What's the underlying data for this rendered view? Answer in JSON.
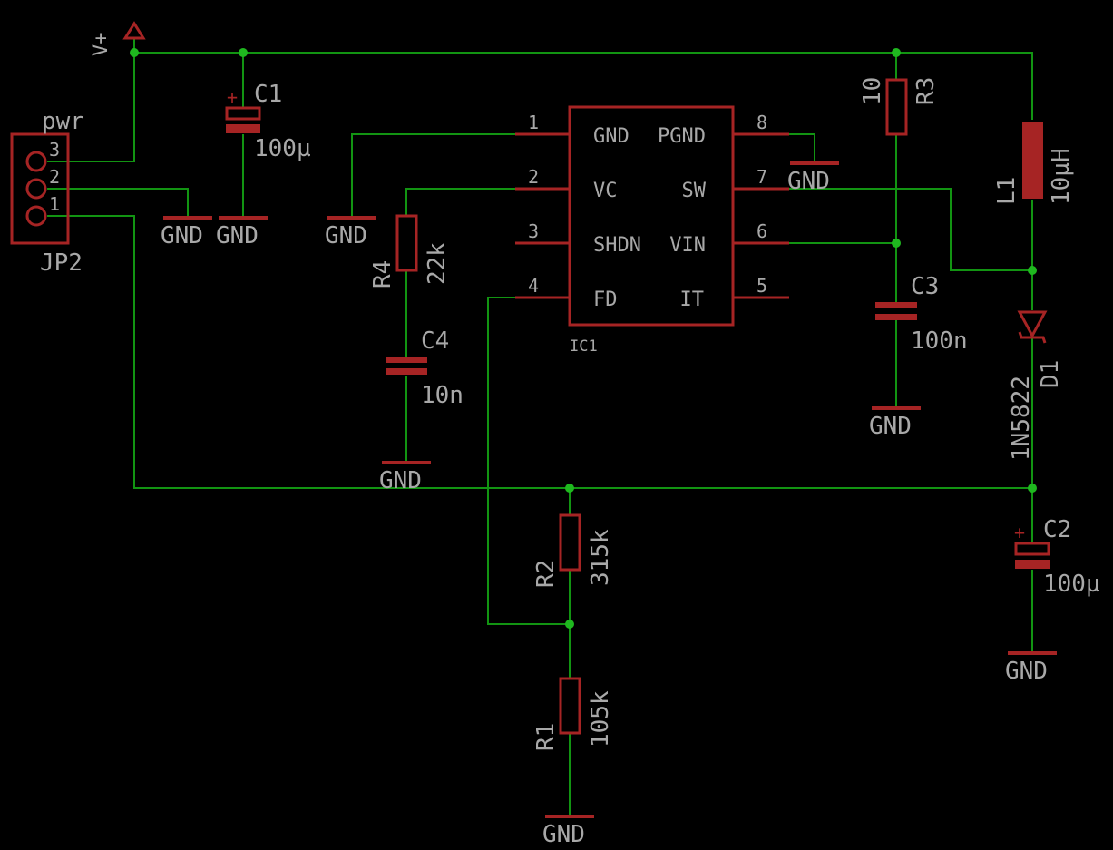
{
  "schematic": {
    "supply": {
      "label": "V+"
    },
    "connector": {
      "ref": "JP2",
      "value": "pwr",
      "pins": [
        "3",
        "2",
        "1"
      ]
    },
    "gnd_label": "GND",
    "c1": {
      "ref": "C1",
      "value": "100µ"
    },
    "c2": {
      "ref": "C2",
      "value": "100µ"
    },
    "c3": {
      "ref": "C3",
      "value": "100n"
    },
    "c4": {
      "ref": "C4",
      "value": "10n"
    },
    "r1": {
      "ref": "R1",
      "value": "105k"
    },
    "r2": {
      "ref": "R2",
      "value": "315k"
    },
    "r3": {
      "ref": "R3",
      "value": "10"
    },
    "r4": {
      "ref": "R4",
      "value": "22k"
    },
    "l1": {
      "ref": "L1",
      "value": "10µH"
    },
    "d1": {
      "ref": "D1",
      "value": "1N5822"
    },
    "ic1": {
      "ref": "IC1",
      "pin_numbers": [
        "1",
        "2",
        "3",
        "4",
        "8",
        "7",
        "6",
        "5"
      ],
      "left_pins": [
        "GND",
        "VC",
        "SHDN",
        "FD"
      ],
      "right_pins": [
        "PGND",
        "SW",
        "VIN",
        "IT"
      ]
    }
  }
}
